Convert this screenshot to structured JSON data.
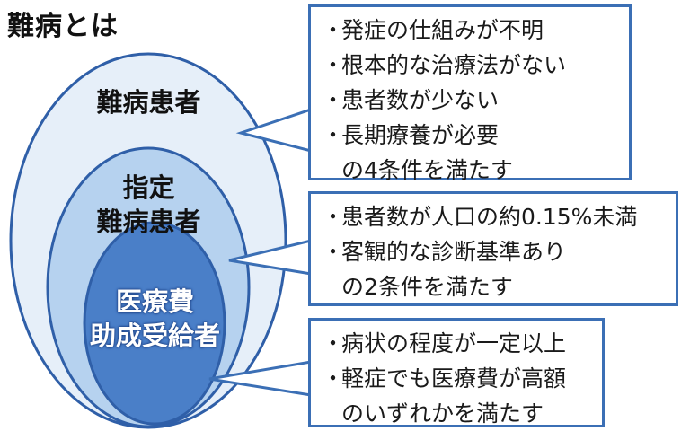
{
  "title": "難病とは",
  "rings": [
    {
      "label_lines": [
        "難病患者"
      ],
      "color": "#e6eff9"
    },
    {
      "label_lines": [
        "指定",
        "難病患者"
      ],
      "color": "#b6d2ef"
    },
    {
      "label_lines": [
        "医療費",
        "助成受給者"
      ],
      "color": "#4a7fc8"
    }
  ],
  "boxes": [
    {
      "items": [
        "発症の仕組みが不明",
        "根本的な治療法がない",
        "患者数が少ない",
        "長期療養が必要"
      ],
      "condition": "の4条件を満たす"
    },
    {
      "items": [
        "患者数が人口の約0.15%未満",
        "客観的な診断基準あり"
      ],
      "condition": "の2条件を満たす"
    },
    {
      "items": [
        "病状の程度が一定以上",
        "軽症でも医療費が高額"
      ],
      "condition": "のいずれかを満たす"
    }
  ],
  "colors": {
    "border": "#3b6fb5",
    "outline": "#2f5fa8"
  }
}
